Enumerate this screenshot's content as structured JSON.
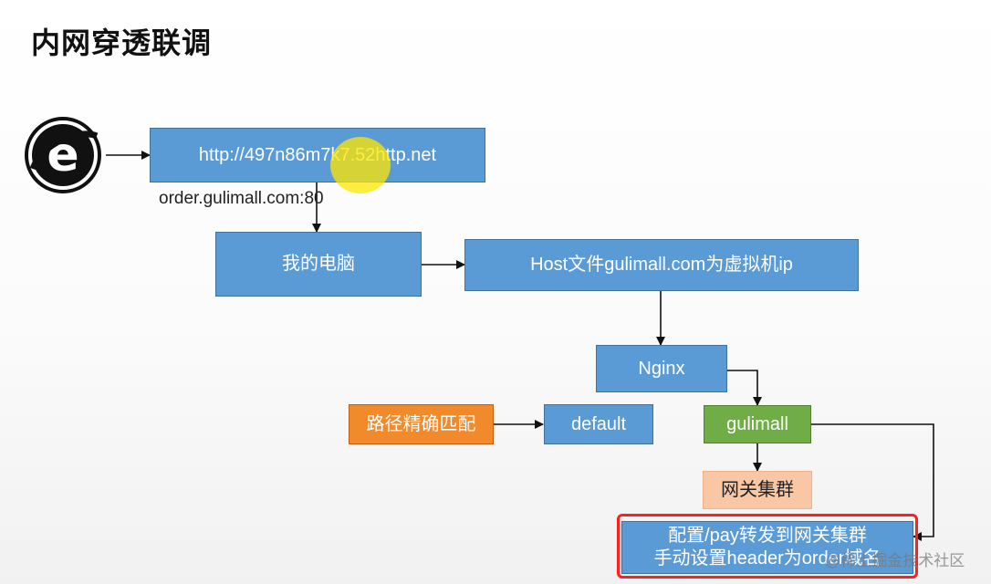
{
  "title": "内网穿透联调",
  "nodes": {
    "url": "http://497n86m7k7.52http.net",
    "url_note": "order.gulimall.com:80",
    "my_pc": "我的电脑",
    "host_file": "Host文件gulimall.com为虚拟机ip",
    "nginx": "Nginx",
    "path_match": "路径精确匹配",
    "default": "default",
    "gulimall": "gulimall",
    "gateway_cluster": "网关集群",
    "config_line1": "配置/pay转发到网关集群",
    "config_line2": "手动设置header为order域名"
  },
  "watermark": "@稀土掘金技术社区",
  "colors": {
    "blue_box": "#5b9bd5",
    "orange_box": "#f08a2a",
    "green_box": "#70ad47",
    "peach_box": "#f9c7a6",
    "highlight_frame": "#ff1f1f",
    "cursor_highlight": "#ffe600"
  },
  "icons": {
    "browser": "internet-explorer-icon"
  }
}
